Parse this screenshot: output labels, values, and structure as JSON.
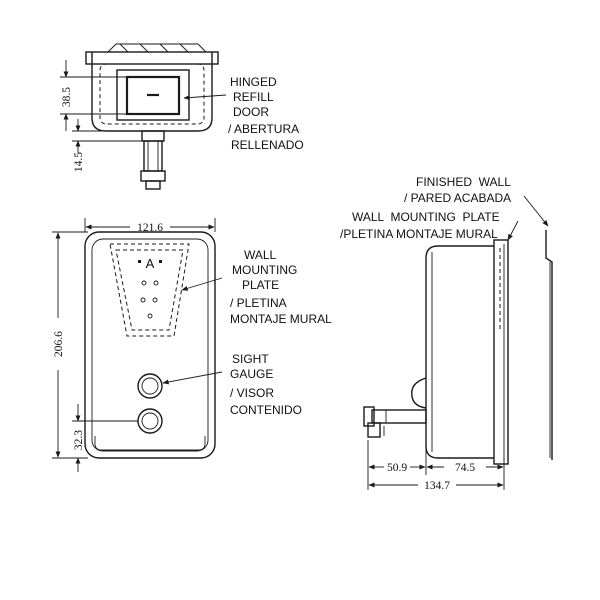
{
  "top_view": {
    "hinged_door_label": [
      "HINGED",
      "REFILL",
      "DOOR",
      "/ ABERTURA",
      "RELLENADO"
    ],
    "dim_door_height": "38.5",
    "dim_valve": "14.5"
  },
  "front_view": {
    "dim_width": "121.6",
    "dim_height": "206.6",
    "dim_gauge": "32.3",
    "plate_mark": "A",
    "plate_label": [
      "WALL",
      "MOUNTING",
      "PLATE",
      "/ PLETINA",
      "MONTAJE MURAL"
    ],
    "gauge_label": [
      "SIGHT",
      "GAUGE",
      "/ VISOR",
      "CONTENIDO"
    ]
  },
  "side_view": {
    "wall_label": [
      "FINISHED  WALL",
      "/ PARED ACABADA"
    ],
    "plate_label": [
      "WALL  MOUNTING  PLATE",
      "/PLETINA MONTAJE MURAL"
    ],
    "dim_valve_depth": "50.9",
    "dim_body_depth": "74.5",
    "dim_total_depth": "134.7"
  }
}
